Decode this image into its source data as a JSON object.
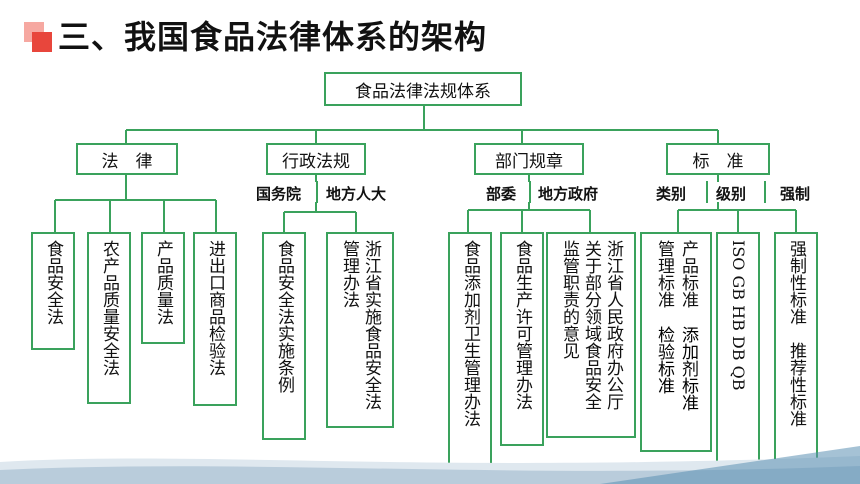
{
  "title": "三、我国食品法律体系的架构",
  "root": "食品法律法规体系",
  "categories": {
    "law": {
      "label": "法　律",
      "items": [
        "食品安全法",
        "农产品质量安全法",
        "产品质量法",
        "进出口商品检验法"
      ]
    },
    "admin": {
      "label": "行政法规",
      "sub": [
        "国务院",
        "地方人大"
      ],
      "items": [
        "食品安全法实施条例",
        "浙江省实施食品安全法管理办法"
      ]
    },
    "dept": {
      "label": "部门规章",
      "sub": [
        "部委",
        "地方政府"
      ],
      "items": [
        "食品添加剂卫生管理办法",
        "食品生产许可管理办法",
        "浙江省人民政府办公厅关于部分领域食品安全监管职责的意见"
      ]
    },
    "std": {
      "label": "标　准",
      "sub": [
        "类别",
        "级别",
        "强制"
      ],
      "items": {
        "category": [
          "产品标准",
          "管理标准",
          "添加剂标准",
          "检验标准"
        ],
        "level": "ISO GB HB DB QB",
        "mandatory": [
          "强制性标准",
          "推荐性标准"
        ]
      }
    }
  },
  "colors": {
    "line": "#3aa25c",
    "accent": "#e8463c",
    "accent_light": "#f6a8a1",
    "deco": "#5b8fb3"
  }
}
